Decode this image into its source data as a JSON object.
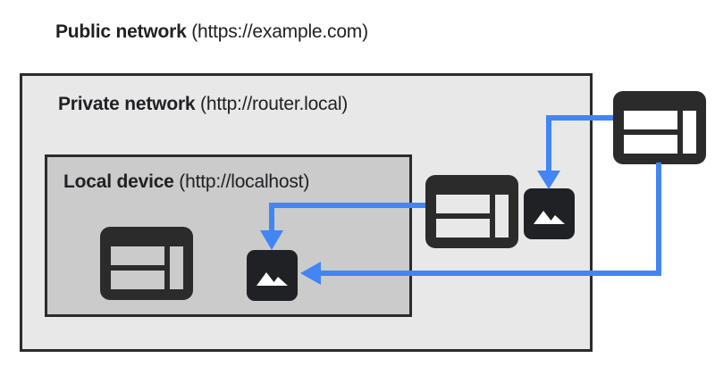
{
  "diagram": {
    "type": "network-zones-diagram",
    "accent_color": "#4285f4",
    "dark_color": "#2b2b2b",
    "zones": [
      {
        "id": "public",
        "label_bold": "Public network",
        "label_rest": " (https://example.com)",
        "origin": "https://example.com",
        "background": "#ffffff"
      },
      {
        "id": "private",
        "label_bold": "Private network",
        "label_rest": " (http://router.local)",
        "origin": "http://router.local",
        "background": "#e8e8e8"
      },
      {
        "id": "local",
        "label_bold": "Local device",
        "label_rest": " (http://localhost)",
        "origin": "http://localhost",
        "background": "#cbcbcb"
      }
    ],
    "nodes": [
      {
        "id": "browser-local",
        "icon": "browser-window-icon",
        "zone": "local"
      },
      {
        "id": "image-local",
        "icon": "image-placeholder-icon",
        "zone": "local"
      },
      {
        "id": "browser-router",
        "icon": "browser-window-icon",
        "zone": "private"
      },
      {
        "id": "image-router",
        "icon": "image-placeholder-icon",
        "zone": "private"
      },
      {
        "id": "browser-public",
        "icon": "browser-window-icon",
        "zone": "public"
      }
    ],
    "arrows": [
      {
        "id": "public-to-private-image",
        "from": "browser-public",
        "to": "image-router"
      },
      {
        "id": "router-to-local-image",
        "from": "browser-router",
        "to": "image-local"
      },
      {
        "id": "public-to-local-image",
        "from": "browser-public",
        "to": "image-local"
      }
    ]
  }
}
